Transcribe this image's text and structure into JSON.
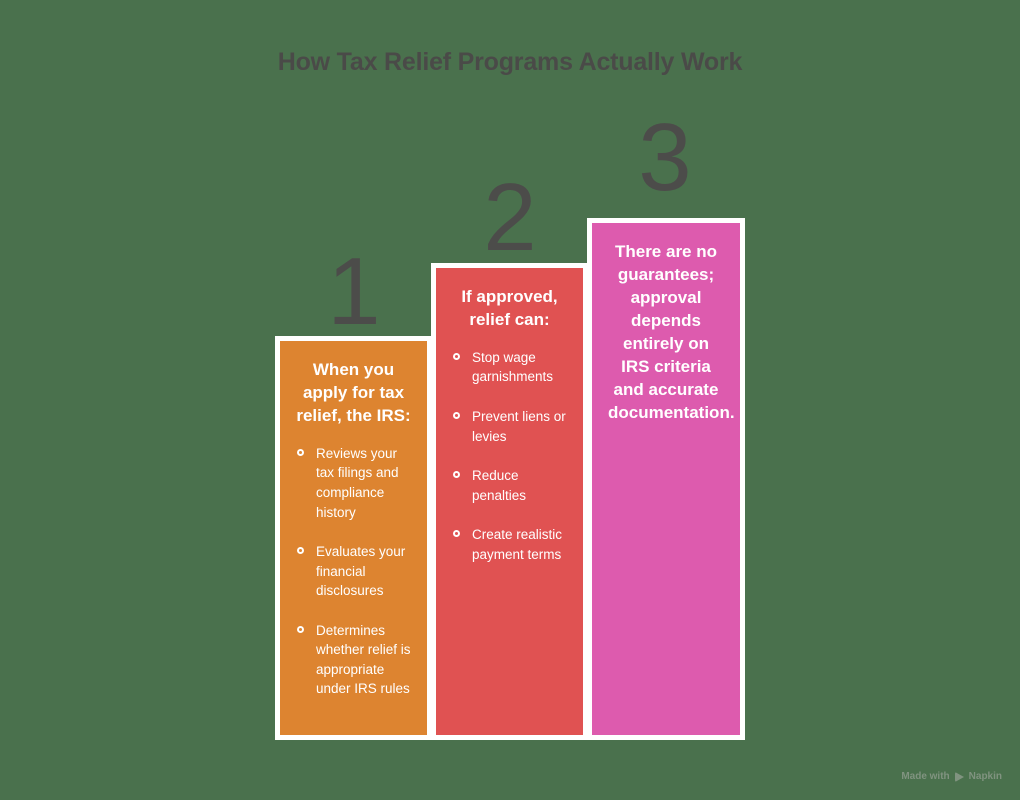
{
  "title": "How Tax Relief Programs Actually Work",
  "colors": {
    "background": "#4a714d",
    "title_text": "#4a4a48",
    "step_number": "#4c4c4a",
    "bar_border": "#ffffff",
    "bar1": "#dd8430",
    "bar2": "#e05252",
    "bar3": "#dd5bae",
    "bar_text": "#ffffff",
    "watermark": "#8a9a89"
  },
  "steps": [
    {
      "number": "1",
      "heading": "When you apply for tax relief, the IRS:",
      "bullets": [
        "Reviews your tax filings and compliance history",
        "Evaluates your financial disclosures",
        "Determines whether relief is appropriate under IRS rules"
      ]
    },
    {
      "number": "2",
      "heading": "If approved, relief can:",
      "bullets": [
        "Stop wage garnishments",
        "Prevent liens or levies",
        "Reduce penalties",
        "Create realistic payment terms"
      ]
    },
    {
      "number": "3",
      "heading": "There are no guarantees; approval depends entirely on IRS criteria and accurate documentation.",
      "bullets": []
    }
  ],
  "watermark": {
    "prefix": "Made with",
    "brand": "Napkin",
    "icon": "play-triangle-icon"
  }
}
